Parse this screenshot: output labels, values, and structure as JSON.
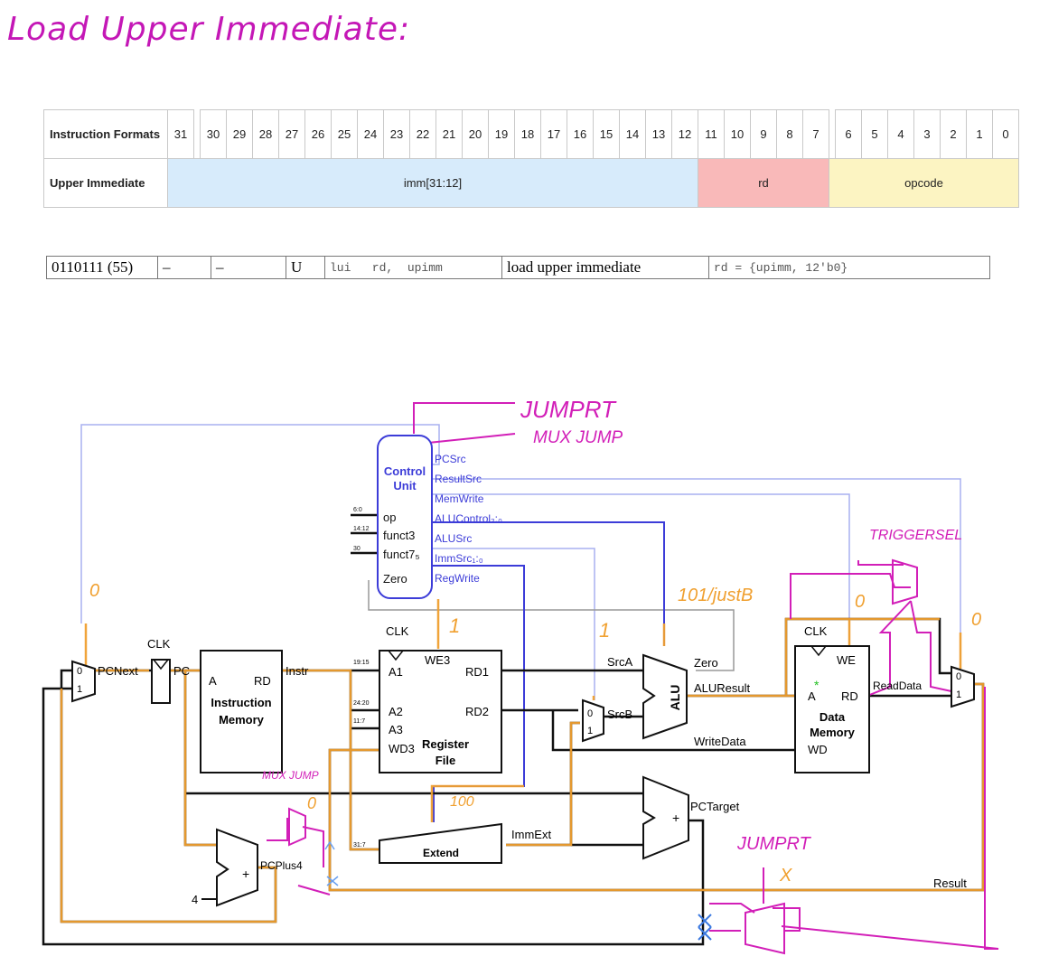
{
  "heading": "Load Upper Immediate:",
  "format_table": {
    "header_label": "Instruction Formats",
    "bits": [
      "31",
      "30",
      "29",
      "28",
      "27",
      "26",
      "25",
      "24",
      "23",
      "22",
      "21",
      "20",
      "19",
      "18",
      "17",
      "16",
      "15",
      "14",
      "13",
      "12",
      "11",
      "10",
      "9",
      "8",
      "7",
      "6",
      "5",
      "4",
      "3",
      "2",
      "1",
      "0"
    ],
    "row_label": "Upper Immediate",
    "fields": {
      "imm": "imm[31:12]",
      "rd": "rd",
      "opcode": "opcode"
    }
  },
  "encoding_row": [
    "0110111 (55)",
    "–",
    "–",
    "U",
    "lui   rd,  upimm",
    "load upper immediate",
    "rd = {upimm, 12'b0}"
  ],
  "datapath": {
    "control_unit": {
      "title": "Control Unit",
      "inputs": [
        "op",
        "funct3",
        "funct7₅",
        "Zero"
      ],
      "input_bits": [
        "6:0",
        "14:12",
        "30"
      ],
      "outputs": [
        "PCSrc",
        "ResultSrc",
        "MemWrite",
        "ALUControl₂:₀",
        "ALUSrc",
        "ImmSrc₁:₀",
        "RegWrite"
      ]
    },
    "labels": {
      "clk": "CLK",
      "pcnext": "PCNext",
      "pc": "PC",
      "instr": "Instr",
      "imem_a": "A",
      "imem_rd": "RD",
      "imem_title": "Instruction Memory",
      "rf_a1": "A1",
      "rf_a2": "A2",
      "rf_a3": "A3",
      "rf_wd3": "WD3",
      "rf_we3": "WE3",
      "rf_rd1": "RD1",
      "rf_rd2": "RD2",
      "rf_title": "Register File",
      "a1_bits": "19:15",
      "a2_bits": "24:20",
      "a3_bits": "11:7",
      "ext_bits": "31:7",
      "extend": "Extend",
      "immext": "ImmExt",
      "srca": "SrcA",
      "srcb": "SrcB",
      "alu": "ALU",
      "zero": "Zero",
      "aluresult": "ALUResult",
      "writedata": "WriteData",
      "dmem_we": "WE",
      "dmem_a": "A",
      "dmem_rd": "RD",
      "dmem_wd": "WD",
      "dmem_title": "Data Memory",
      "readdata": "ReadData",
      "pctarget": "PCTarget",
      "pcplus4": "PCPlus4",
      "result": "Result",
      "four": "4",
      "plus": "+",
      "mux0": "0",
      "mux1": "1"
    },
    "annotations": {
      "jumprt_top": "JUMPRT",
      "muxjump_top": "MUX JUMP",
      "triggersel": "TRIGGERSEL",
      "alu_ctrl": "101/justB",
      "regwrite_val": "1",
      "alusrc_val": "1",
      "memwrite_val": "0",
      "resultsrc_val": "0",
      "pcsrc_val": "0",
      "muxjump_low": "MUX JUMP",
      "muxjump_val": "0",
      "immsrc_val": "100",
      "jumprt_low": "JUMPRT",
      "jumprt_val": "X"
    },
    "colors": {
      "annotation": "#d21fb8",
      "highlight": "#f0a030",
      "control": "#3c3cd8",
      "control_light": "#a8b0f0",
      "wire": "#111111"
    }
  }
}
